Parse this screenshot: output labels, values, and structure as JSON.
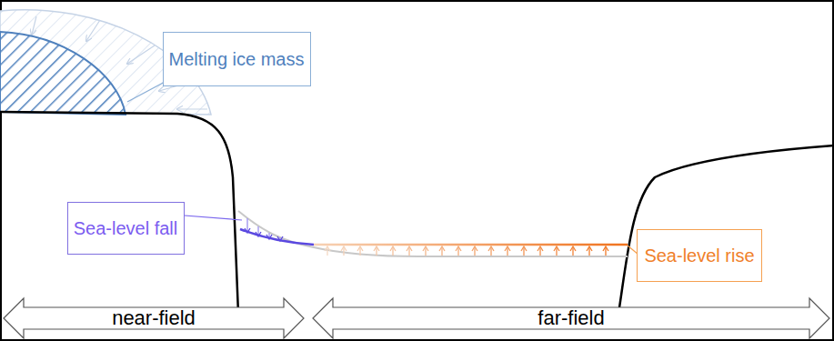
{
  "diagram": {
    "nodes": [
      {
        "text": [
          "Melting ice mass"
        ]
      },
      {
        "text": [
          "Sea-level fall"
        ]
      },
      {
        "text": [
          "Sea-level rise"
        ]
      },
      {
        "text": [
          "near-field"
        ]
      },
      {
        "text": [
          "far-field"
        ]
      }
    ]
  }
}
